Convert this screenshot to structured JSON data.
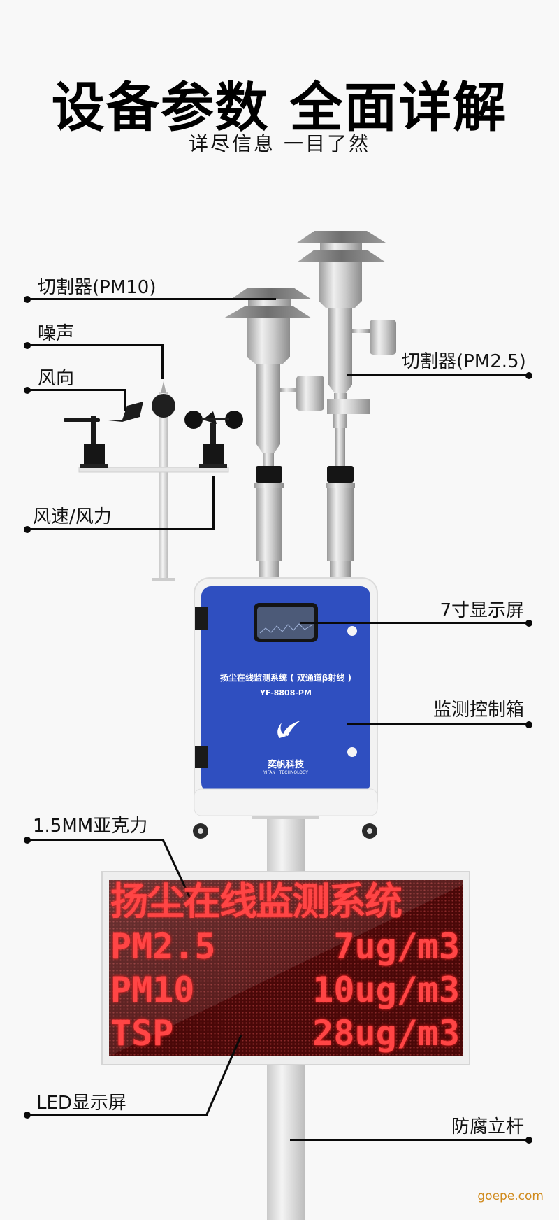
{
  "header": {
    "title": "设备参数 全面详解",
    "subtitle": "详尽信息  一目了然"
  },
  "callouts": {
    "pm10_cutter": "切割器(PM10)",
    "noise": "噪声",
    "wind_direction": "风向",
    "wind_speed": "风速/风力",
    "pm25_cutter": "切割器(PM2.5)",
    "screen_7inch": "7寸显示屏",
    "control_box": "监测控制箱",
    "acrylic": "1.5MM亚克力",
    "led_display": "LED显示屏",
    "pole": "防腐立杆"
  },
  "device": {
    "system_name": "扬尘在线监测系统 ( 双通道β射线 )",
    "model": "YF-8808-PM",
    "brand_cn": "奕帆科技",
    "brand_en": "YIFAN · TECHNOLOGY"
  },
  "led": {
    "headline": "扬尘在线监测系统",
    "rows": [
      {
        "label": "PM2.5",
        "value": "7ug/m3"
      },
      {
        "label": "PM10",
        "value": "10ug/m3"
      },
      {
        "label": "TSP",
        "value": "28ug/m3"
      }
    ]
  },
  "watermark": "goepe.com",
  "colors": {
    "box_blue": "#2f4fc0",
    "led_red": "#ff3b3b",
    "led_bg": "#5a0c0c",
    "watermark": "#d08a1c"
  }
}
